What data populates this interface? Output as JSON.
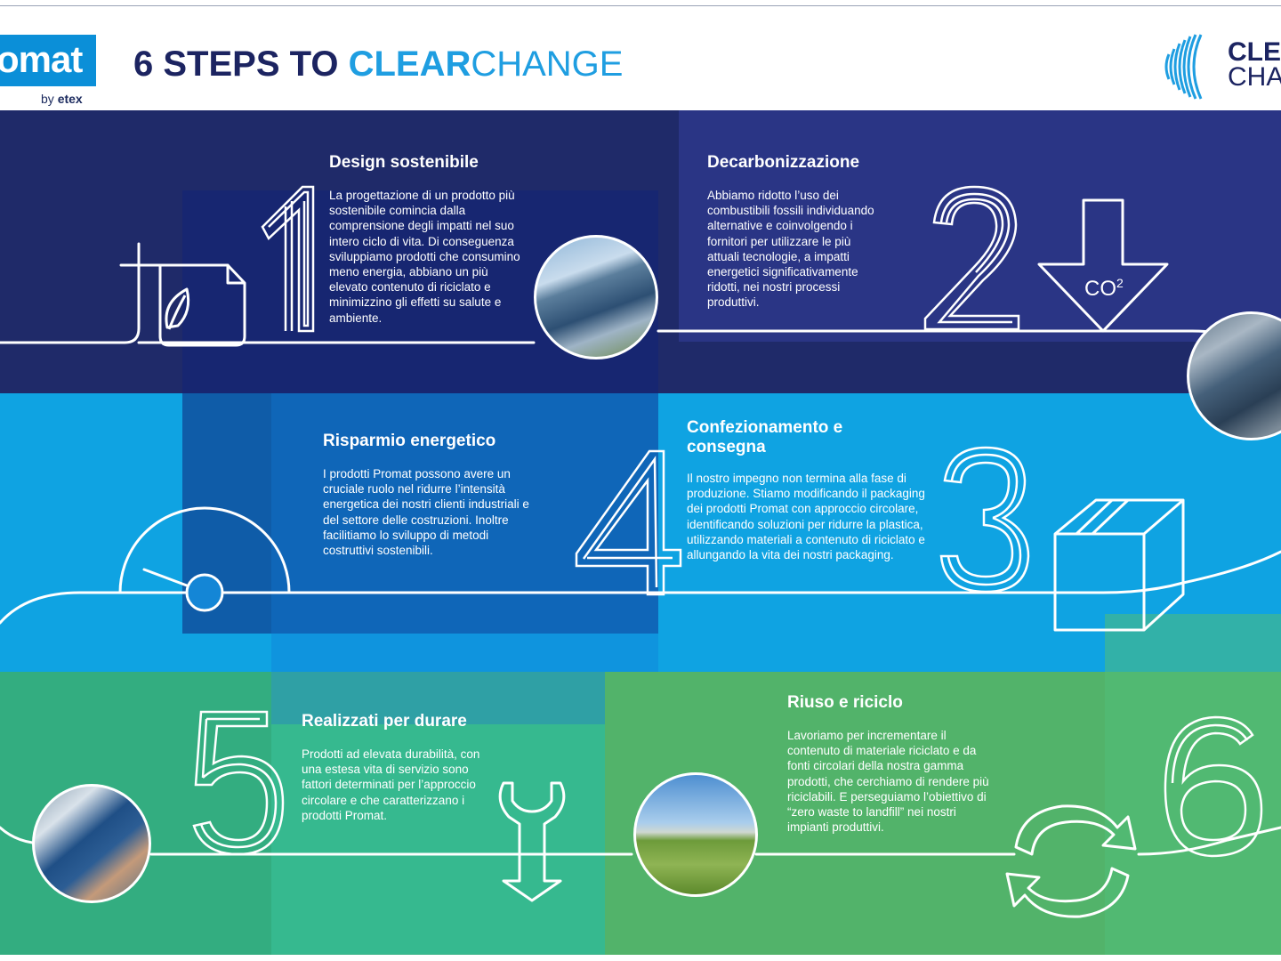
{
  "header": {
    "logo_text": "omat",
    "logo_by": "by ",
    "logo_brand": "etex",
    "title_part1": "6 STEPS TO ",
    "title_part2": "CLEAR",
    "title_part3": "CHANGE",
    "badge_line1": "CLEA",
    "badge_line2": "CHA"
  },
  "steps": [
    {
      "number": "1",
      "title": "Design sostenibile",
      "body": "La progettazione di un prodotto più sostenibile comincia dalla comprensione degli impatti nel suo intero ciclo di vita. Di conseguenza sviluppiamo prodotti che consumino meno energia, abbiano un più elevato contenuto di riciclato e minimizzino gli effetti su salute e ambiente."
    },
    {
      "number": "2",
      "title": "Decarbonizzazione",
      "body": "Abbiamo ridotto l’uso dei combustibili fossili individuando alternative e coinvolgendo i fornitori per utilizzare le più attuali tecnologie, a impatti energetici significativamente ridotti, nei nostri processi produttivi.",
      "co2_label": "CO",
      "co2_sup": "2"
    },
    {
      "number": "3",
      "title": "Confezionamento e consegna",
      "body": "Il nostro impegno non termina alla fase di produzione. Stiamo modificando il packaging dei prodotti Promat con approccio circolare, identificando soluzioni per ridurre la plastica, utilizzando materiali a contenuto di riciclato e allungando la vita dei nostri packaging."
    },
    {
      "number": "4",
      "title": "Risparmio energetico",
      "body": "I prodotti Promat possono avere un cruciale ruolo nel ridurre l’intensità energetica dei nostri clienti industriali e del settore delle costruzioni. Inoltre facilitiamo lo sviluppo di metodi costruttivi sostenibili."
    },
    {
      "number": "5",
      "title": "Realizzati per durare",
      "body": "Prodotti ad elevata durabilità, con una estesa vita di servizio sono fattori determinati per l’approccio circolare e che caratterizzano i prodotti Promat."
    },
    {
      "number": "6",
      "title": "Riuso e riciclo",
      "body": "Lavoriamo per incrementare il contenuto di materiale riciclato e da fonti circolari della nostra gamma prodotti, che cerchiamo di rendere più riciclabili. E perseguiamo l’obiettivo di “zero waste to landfill” nei nostri impianti produttivi."
    }
  ],
  "icons": [
    "leaf-document-icon",
    "co2-down-arrow-icon",
    "package-box-icon",
    "gauge-icon",
    "wrench-icon",
    "recycle-icon"
  ],
  "colors": {
    "navy": "#1f2a69",
    "sky": "#0fa3e2",
    "green": "#3fb58a",
    "brand_blue": "#1f9ee1"
  }
}
